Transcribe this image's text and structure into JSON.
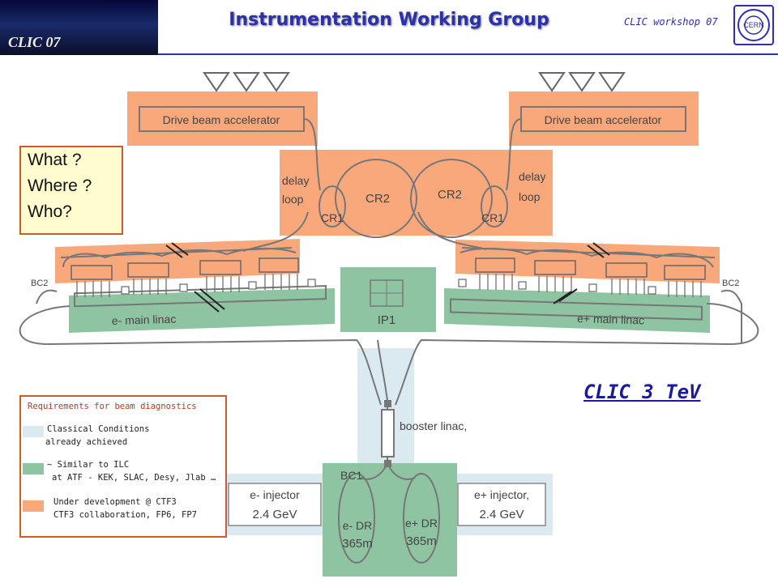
{
  "header": {
    "title": "Instrumentation Working Group",
    "subtitle": "CLIC workshop 07",
    "logo_text": "CLIC 07",
    "cern_logo": "CERN"
  },
  "diagram": {
    "drive_left": "Drive beam accelerator",
    "drive_right": "Drive beam accelerator",
    "delay_left": "delay",
    "loop_left": "loop",
    "delay_right": "delay",
    "loop_right": "loop",
    "cr2_left": "CR2",
    "cr2_right": "CR2",
    "cr1_left": "CR1",
    "cr1_right": "CR1",
    "bc2_left": "BC2",
    "bc2_right": "BC2",
    "main_linac_left": "e- main linac",
    "main_linac_right": "e+ main linac",
    "ip": "IP1",
    "booster": "booster linac,",
    "bc1": "BC1",
    "injector_left_1": "e- injector",
    "injector_left_2": "2.4 GeV",
    "injector_right_1": "e+ injector,",
    "injector_right_2": "2.4 GeV",
    "dr_left_1": "e- DR",
    "dr_left_2": "365m",
    "dr_right_1": "e+ DR",
    "dr_right_2": "365m",
    "clic3": "CLIC 3 TeV"
  },
  "questions": [
    "What ?",
    "Where ?",
    "Who?"
  ],
  "legend": {
    "title": "Requirements for beam diagnostics",
    "item1_line1": "Classical Conditions",
    "item1_line2": "already achieved",
    "item2_line1": "~ Similar to ILC",
    "item2_line2": "at ATF - KEK, SLAC, Desy, Jlab …",
    "item3_line1": "Under development @ CTF3",
    "item3_line2": "CTF3 collaboration, FP6, FP7"
  },
  "colors": {
    "orange": "#f9a87c",
    "green": "#8fc4a2",
    "lightblue": "#daeaf0",
    "title": "#2b2fb0"
  }
}
